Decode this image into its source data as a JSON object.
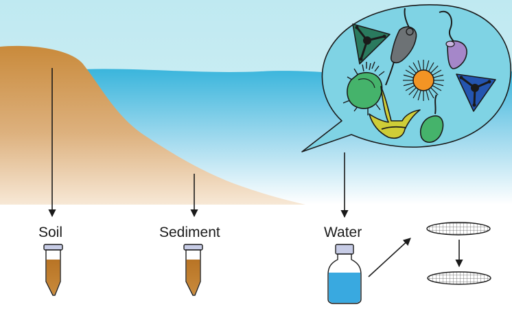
{
  "labels": {
    "soil": "Soil",
    "sediment": "Sediment",
    "water": "Water"
  },
  "colors": {
    "sky": "#bfe9f1",
    "water_top": "#3ab5dc",
    "soil_brown": "#c98a3b",
    "bubble_fill": "#7fd3e4",
    "tube_cap": "#c7cce6",
    "tube_sample": "#c07d2a",
    "bottle_water": "#39a9e0"
  },
  "icons": [
    "diatom-icon",
    "amoeba-icon",
    "radiolarian-icon",
    "flagellate-icon",
    "ciliate-icon",
    "dinoflagellate-icon",
    "euglena-icon",
    "filter-membrane-icon",
    "sample-tube-icon",
    "water-bottle-icon"
  ]
}
